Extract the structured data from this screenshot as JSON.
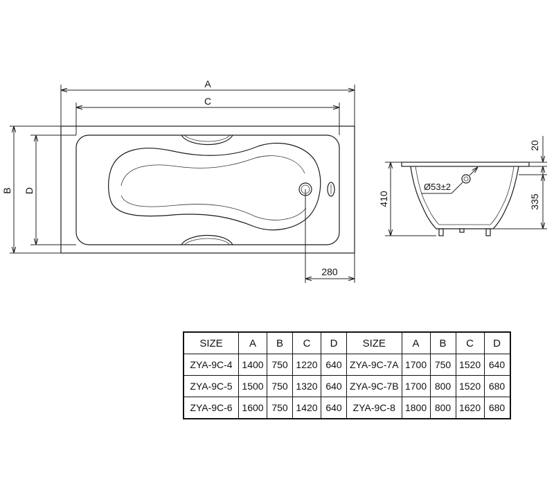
{
  "plan_view": {
    "label_a": "A",
    "label_c": "C",
    "label_b": "B",
    "label_d": "D",
    "dim_drain": "280"
  },
  "side_view": {
    "dim_total_height": "410",
    "dim_inner_height": "335",
    "dim_rim": "20",
    "dim_overflow": "Ø53±2"
  },
  "size_table": {
    "headers": [
      "SIZE",
      "A",
      "B",
      "C",
      "D",
      "SIZE",
      "A",
      "B",
      "C",
      "D"
    ],
    "rows": [
      [
        "ZYA-9C-4",
        "1400",
        "750",
        "1220",
        "640",
        "ZYA-9C-7A",
        "1700",
        "750",
        "1520",
        "640"
      ],
      [
        "ZYA-9C-5",
        "1500",
        "750",
        "1320",
        "640",
        "ZYA-9C-7B",
        "1700",
        "800",
        "1520",
        "680"
      ],
      [
        "ZYA-9C-6",
        "1600",
        "750",
        "1420",
        "640",
        "ZYA-9C-8",
        "1800",
        "800",
        "1620",
        "680"
      ]
    ]
  }
}
